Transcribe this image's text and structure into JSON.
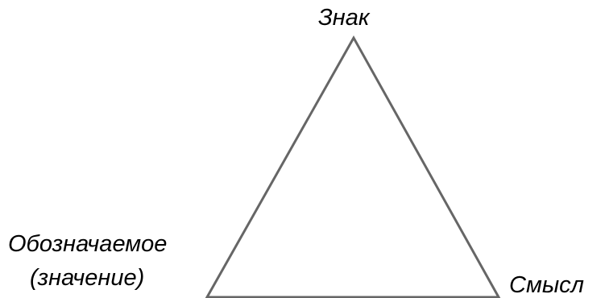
{
  "diagram": {
    "vertices": {
      "top": "Знак",
      "bottom_left_line1": "Обозначаемое",
      "bottom_left_line2": "(значение)",
      "bottom_right": "Смысл"
    },
    "colors": {
      "stroke": "#666666",
      "text": "#000000",
      "background": "#ffffff"
    }
  }
}
